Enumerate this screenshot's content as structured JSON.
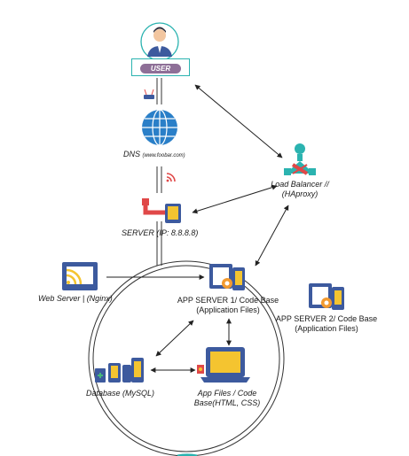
{
  "nodes": {
    "user": {
      "label": "USER"
    },
    "dns": {
      "label": "DNS",
      "sublabel": "(www.foobar.com)"
    },
    "load_balancer": {
      "line1": "Load Balancer //",
      "line2": "(HAproxy)"
    },
    "server": {
      "label": "SERVER (IP: 8.8.8.8)"
    },
    "web_server": {
      "label": "Web Server | (Nginx)"
    },
    "app_server_1": {
      "line1": "APP SERVER 1/ Code Base",
      "line2": "(Application Files)"
    },
    "app_server_2": {
      "line1": "APP SERVER 2/ Code Base",
      "line2": "(Application Files)"
    },
    "database": {
      "label": "Database (MySQL)"
    },
    "app_files": {
      "line1": "App Files / Code",
      "line2": "Base(HTML, CSS)"
    }
  },
  "colors": {
    "teal": "#2bb3b0",
    "blue": "#3d5a9e",
    "globe_blue": "#2a7fc8",
    "red": "#e04848",
    "yellow": "#f4c430",
    "orange": "#f29a30",
    "purple": "#8e6f97",
    "green": "#46b97a"
  }
}
